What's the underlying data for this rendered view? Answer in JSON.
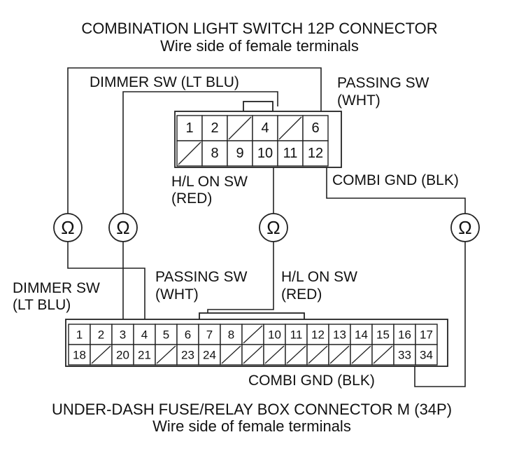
{
  "top_connector": {
    "title": "COMBINATION LIGHT SWITCH 12P CONNECTOR",
    "subtitle": "Wire side of female terminals",
    "row1": [
      "1",
      "2",
      "",
      "4",
      "",
      "6"
    ],
    "row2": [
      "",
      "8",
      "9",
      "10",
      "11",
      "12"
    ]
  },
  "bottom_connector": {
    "title": "UNDER-DASH FUSE/RELAY BOX CONNECTOR M (34P)",
    "subtitle": "Wire side of female terminals",
    "row1": [
      "1",
      "2",
      "3",
      "4",
      "5",
      "6",
      "7",
      "8",
      "",
      "10",
      "11",
      "12",
      "13",
      "14",
      "15",
      "16",
      "17"
    ],
    "row2": [
      "18",
      "",
      "20",
      "21",
      "",
      "23",
      "24",
      "",
      "",
      "",
      "",
      "",
      "",
      "",
      "",
      "33",
      "34"
    ]
  },
  "labels": {
    "dimmer_top": "DIMMER SW (LT BLU)",
    "passing_top_1": "PASSING SW",
    "passing_top_2": "(WHT)",
    "hl_top_1": "H/L ON SW",
    "hl_top_2": "(RED)",
    "combi_top": "COMBI GND (BLK)",
    "dimmer_bot_1": "DIMMER SW",
    "dimmer_bot_2": "(LT BLU)",
    "passing_bot_1": "PASSING SW",
    "passing_bot_2": "(WHT)",
    "hl_bot_1": "H/L ON SW",
    "hl_bot_2": "(RED)",
    "combi_bot": "COMBI GND (BLK)"
  },
  "meters": {
    "symbol": "Ω",
    "icon": "ohmmeter-icon"
  }
}
